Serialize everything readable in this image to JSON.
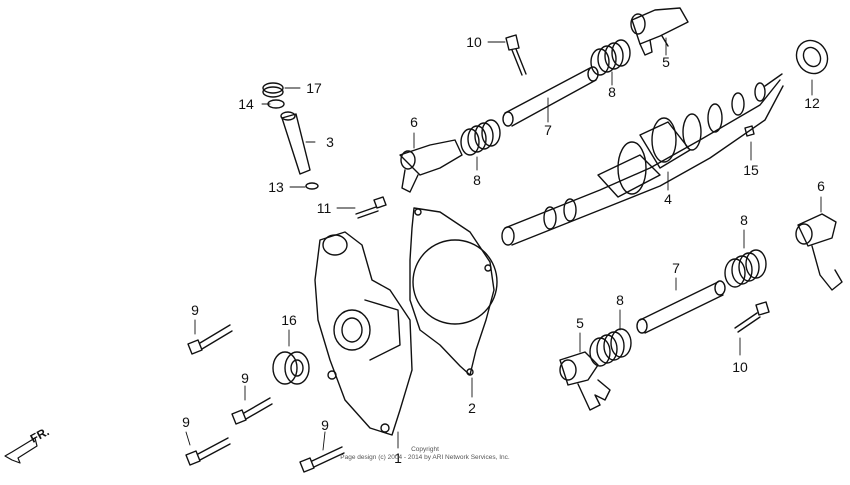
{
  "parts": {
    "1": "1",
    "2": "2",
    "3": "3",
    "4": "4",
    "5": "5",
    "6": "6",
    "7": "7",
    "8": "8",
    "9": "9",
    "10": "10",
    "11": "11",
    "12": "12",
    "13": "13",
    "14": "14",
    "15": "15",
    "16": "16",
    "17": "17"
  },
  "direction_label": "FR.",
  "copyright": {
    "line1": "Copyright",
    "line2": "Page design (c) 2004 - 2014 by ARI Network Services, Inc."
  },
  "colors": {
    "ink": "#111111",
    "background": "#ffffff"
  }
}
